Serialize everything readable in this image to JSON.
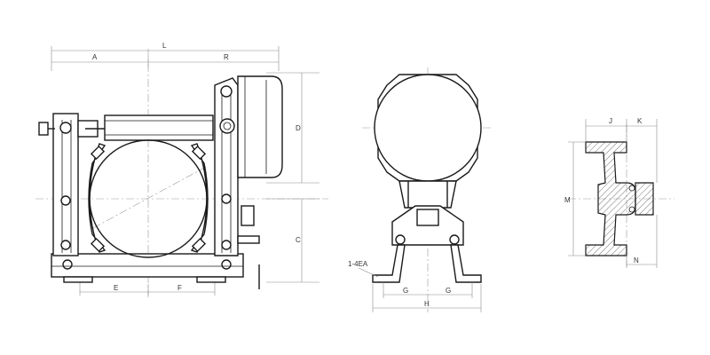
{
  "views": {
    "side": {
      "labels": {
        "L": "L",
        "A": "A",
        "R": "R",
        "D": "D",
        "C": "C",
        "E": "E",
        "F": "F"
      }
    },
    "front": {
      "labels": {
        "note": "1-4EA",
        "G1": "G",
        "G2": "G",
        "H": "H"
      }
    },
    "section": {
      "labels": {
        "J": "J",
        "K": "K",
        "M": "M",
        "N": "N"
      }
    }
  }
}
